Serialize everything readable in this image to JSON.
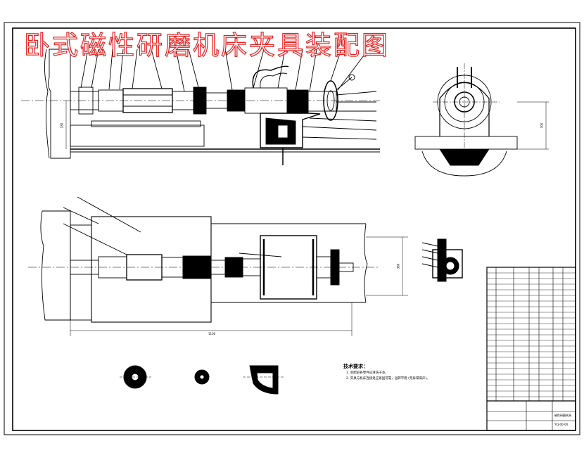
{
  "title": "卧式磁性研磨机床夹具装配图",
  "notes": {
    "heading": "技术要求：",
    "lines": [
      "1. 装配前各零件应清洗干净。",
      "2. 夹具与机床连接处应紧固可靠，运转平稳 (无异常噪声)。"
    ]
  },
  "dimensions": {
    "overall_length": "1100",
    "side_height": "380",
    "side_view_height": "300",
    "left_height": "180"
  },
  "title_block": {
    "drawing_name": "磁性研磨夹具",
    "drawing_no": "YCJ-00-00"
  },
  "colors": {
    "line": "#000000",
    "title": "#e02020",
    "paper": "#ffffff"
  }
}
